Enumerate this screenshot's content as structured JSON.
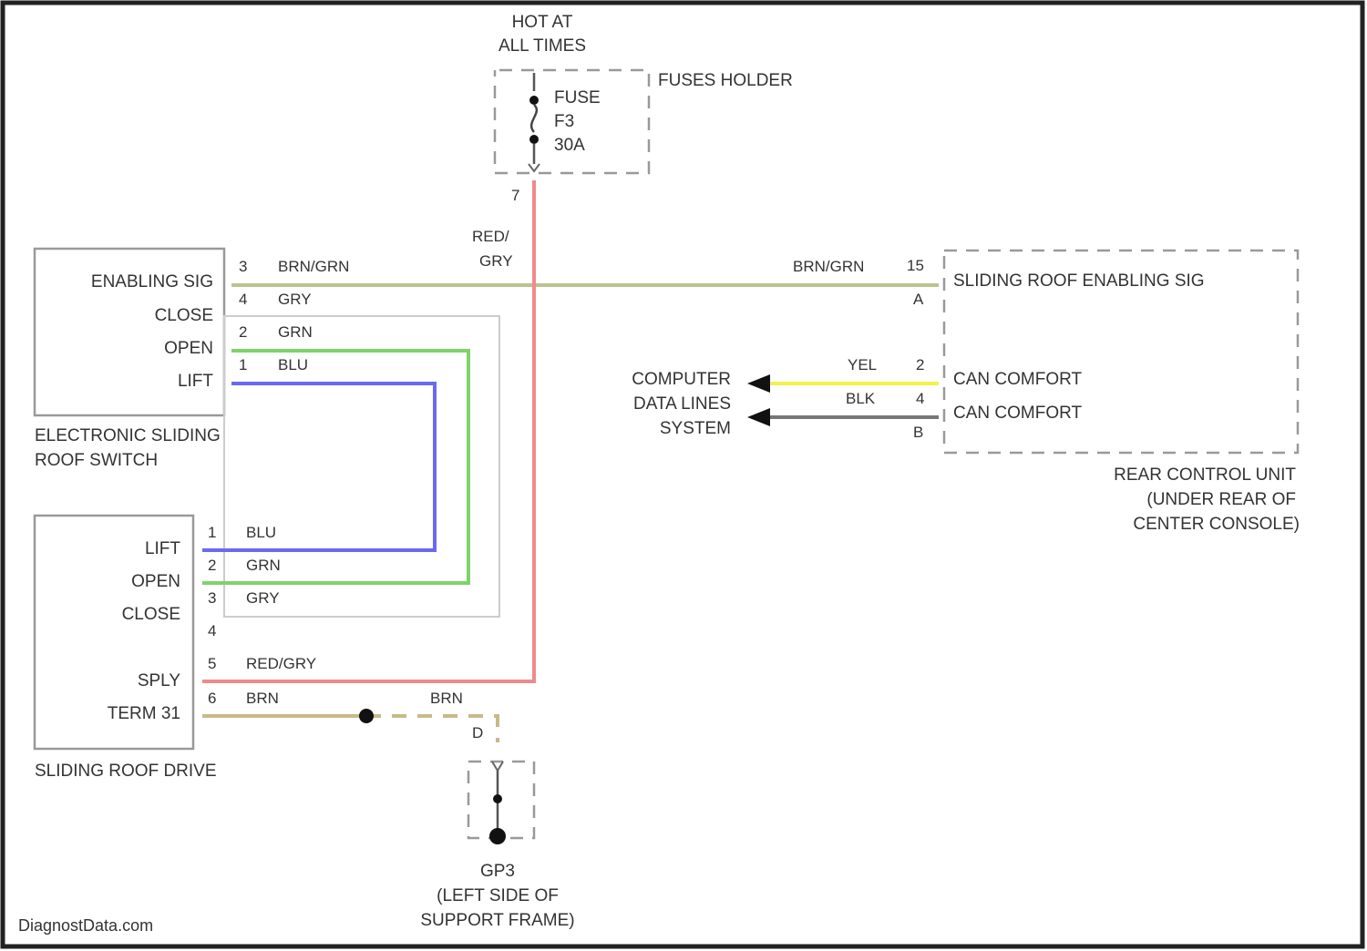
{
  "colors": {
    "brn_grn": "#b8c48e",
    "red": "#f08a8a",
    "green": "#7fd36a",
    "blue": "#6a6af0",
    "yellow": "#f2f24a",
    "black": "#777777",
    "brn": "#c9b98a",
    "frame": "#ffffff",
    "outline": "#999999"
  },
  "top": {
    "hot_line1": "HOT AT",
    "hot_line2": "ALL TIMES",
    "fuses_holder": "FUSES HOLDER",
    "fuse_line1": "FUSE",
    "fuse_line2": "F3",
    "fuse_line3": "30A",
    "fuse_pin": "7",
    "red_gry_line1": "RED/",
    "red_gry_line2": "GRY"
  },
  "switch": {
    "title_line1": "ELECTRONIC SLIDING",
    "title_line2": "ROOF SWITCH",
    "labels": [
      "ENABLING SIG",
      "CLOSE",
      "OPEN",
      "LIFT"
    ],
    "pins": [
      "3",
      "4",
      "2",
      "1"
    ],
    "wires": [
      "BRN/GRN",
      "GRY",
      "GRN",
      "BLU"
    ]
  },
  "rear_unit": {
    "title_line1": "REAR CONTROL UNIT",
    "title_line2": "(UNDER REAR OF",
    "title_line3": "CENTER CONSOLE)",
    "enabling_label": "SLIDING ROOF ENABLING SIG",
    "enabling_pin": "15",
    "enabling_wire": "BRN/GRN",
    "pin_a": "A",
    "can1_label": "CAN COMFORT",
    "can1_pin": "2",
    "can1_wire": "YEL",
    "can2_label": "CAN COMFORT",
    "can2_pin": "4",
    "can2_wire": "BLK",
    "pin_b": "B"
  },
  "computer": {
    "line1": "COMPUTER",
    "line2": "DATA LINES",
    "line3": "SYSTEM"
  },
  "drive": {
    "title": "SLIDING ROOF DRIVE",
    "labels": [
      "LIFT",
      "OPEN",
      "CLOSE",
      "SPLY",
      "TERM 31"
    ],
    "pins": [
      "1",
      "2",
      "3",
      "4",
      "5",
      "6"
    ],
    "wires": [
      "BLU",
      "GRN",
      "GRY",
      "RED/GRY",
      "BRN"
    ],
    "brn_right": "BRN",
    "ground_pin": "D"
  },
  "ground": {
    "line1": "GP3",
    "line2": "(LEFT SIDE OF",
    "line3": "SUPPORT FRAME)"
  },
  "footer": {
    "watermark": "DiagnostData.com"
  }
}
